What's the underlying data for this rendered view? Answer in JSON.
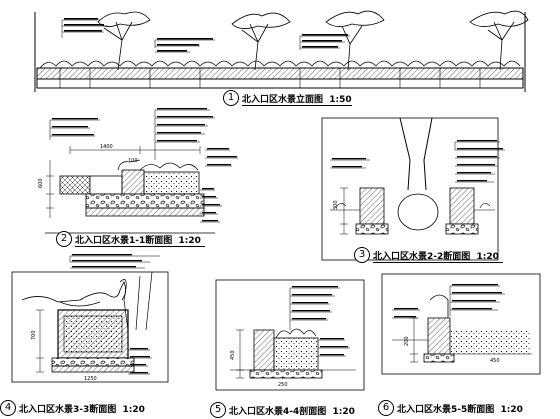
{
  "sheet": {
    "titles": [
      {
        "num": "1",
        "text": "北入口区水景立面图",
        "scale": "1:50"
      },
      {
        "num": "2",
        "text": "北入口区水景1-1断面图",
        "scale": "1:20"
      },
      {
        "num": "3",
        "text": "北入口区水景2-2断面图",
        "scale": "1:20"
      },
      {
        "num": "4",
        "text": "北入口区水景3-3断面图",
        "scale": "1:20"
      },
      {
        "num": "5",
        "text": "北入口区水景4-4剖面图",
        "scale": "1:20"
      },
      {
        "num": "6",
        "text": "北入口区水景5-5断面图",
        "scale": "1:20"
      }
    ],
    "dims": {
      "d1400": "1400",
      "d600": "600",
      "d100": "100",
      "d300": "300",
      "d250": "250",
      "d450": "450",
      "d1250": "1250",
      "d700": "700",
      "d200": "200",
      "d450b": "450"
    }
  }
}
